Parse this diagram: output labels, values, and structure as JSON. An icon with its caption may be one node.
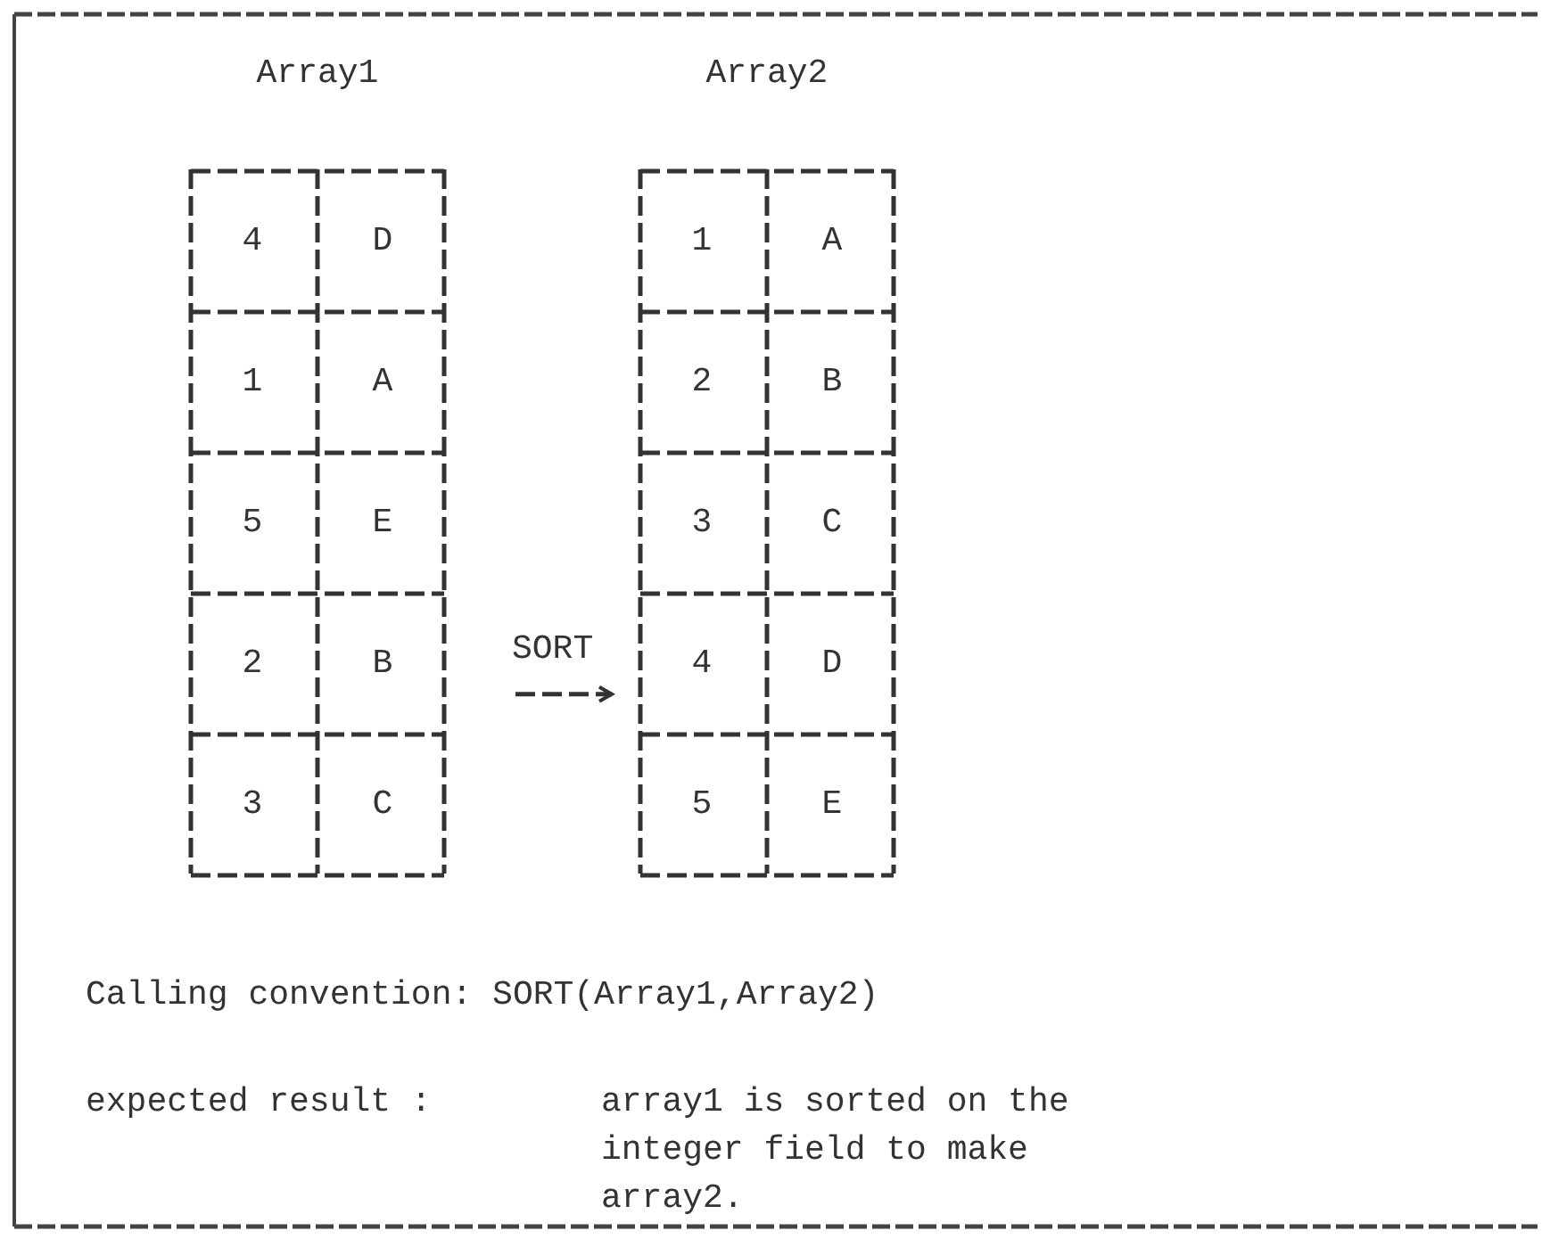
{
  "diagram": {
    "nodes": [
      {
        "text": [
          "Array1"
        ]
      },
      {
        "text": [
          "Array2"
        ]
      }
    ],
    "edges": [
      {
        "from": 0,
        "to": 1,
        "arrow": "to",
        "label": "SORT",
        "style": "dashed"
      }
    ],
    "labels": [
      "4",
      "D",
      "1",
      "A",
      "5",
      "E",
      "2",
      "B",
      "3",
      "C",
      "1",
      "A",
      "2",
      "B",
      "3",
      "C",
      "4",
      "D",
      "5",
      "E",
      "Calling convention: SORT(Array1,Array2)",
      "expected result :",
      "array1 is sorted on the integer field to make array2."
    ]
  }
}
